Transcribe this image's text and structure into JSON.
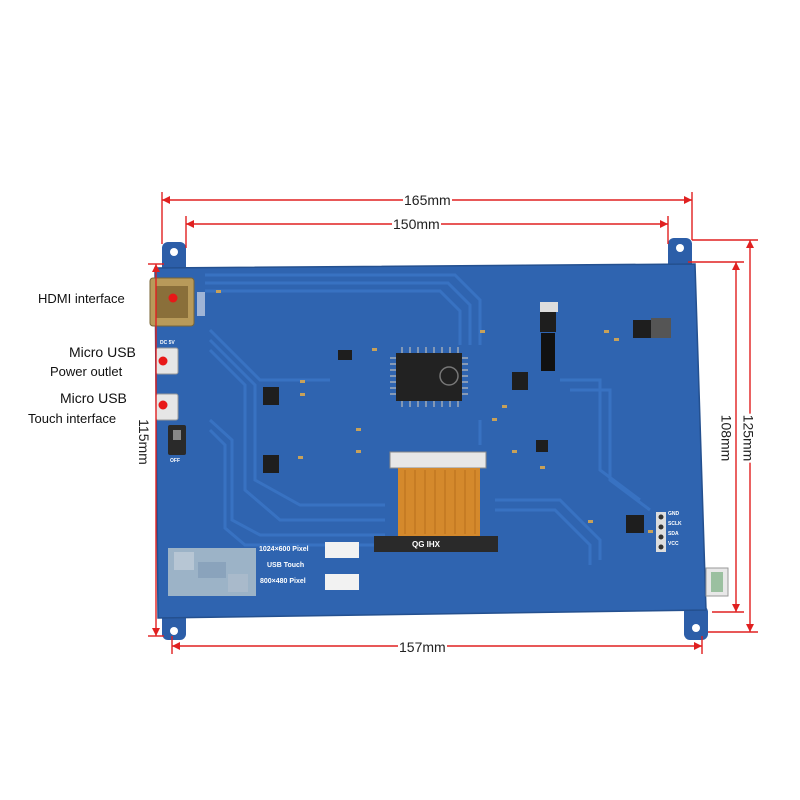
{
  "labels": {
    "hdmi": "HDMI interface",
    "power_1": "Micro USB",
    "power_2": "Power outlet",
    "touch_1": "Micro USB",
    "touch_2": "Touch interface"
  },
  "dimensions": {
    "overall_width": "165mm",
    "hole_spacing_width": "150mm",
    "overall_height": "125mm",
    "hole_spacing_height": "108mm",
    "board_height": "115mm",
    "bottom_width": "157mm"
  },
  "board": {
    "res_1": "1024×600 Pixel",
    "usb_touch": "USB Touch",
    "res_2": "800×480 Pixel",
    "fpc_text": "QG IHX",
    "pin_gnd": "GND",
    "pin_sck": "SCLK",
    "pin_sda": "SDA",
    "pin_vcc": "VCC",
    "switch_off": "OFF",
    "dc_label": "DC 5V"
  },
  "colors": {
    "board": "#2f64b0",
    "dimension_line": "#e02020",
    "fpc": "#d4892c",
    "marker": "#e81818"
  }
}
